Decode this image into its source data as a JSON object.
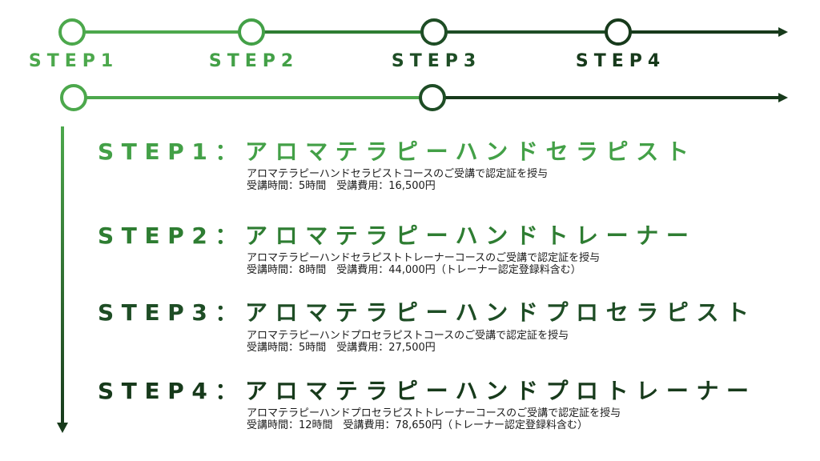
{
  "colors": {
    "light_green": "#4CA84C",
    "mid_green": "#2E7D32",
    "dark_green": "#1E4D25",
    "darkest_green": "#173A1B"
  },
  "timeline": {
    "labels": [
      "STEP1",
      "STEP2",
      "STEP3",
      "STEP4"
    ]
  },
  "steps": [
    {
      "heading": "STEP1：アロマテラピーハンドセラピスト",
      "description": "アロマテラピーハンドセラピストコースのご受講で認定証を授与",
      "details": "受講時間：5時間　受講費用：16,500円"
    },
    {
      "heading": "STEP2：アロマテラピーハンドトレーナー",
      "description": "アロマテラピーハンドセラピストトレーナーコースのご受講で認定証を授与",
      "details": "受講時間：8時間　受講費用：44,000円（トレーナー認定登録料含む）"
    },
    {
      "heading": "STEP3：アロマテラピーハンドプロセラピスト",
      "description": "アロマテラピーハンドプロセラピストコースのご受講で認定証を授与",
      "details": "受講時間：5時間　受講費用：27,500円"
    },
    {
      "heading": "STEP4：アロマテラピーハンドプロトレーナー",
      "description": "アロマテラピーハンドプロセラピストトレーナーコースのご受講で認定証を授与",
      "details": "受講時間：12時間　受講費用：78,650円（トレーナー認定登録料含む）"
    }
  ]
}
